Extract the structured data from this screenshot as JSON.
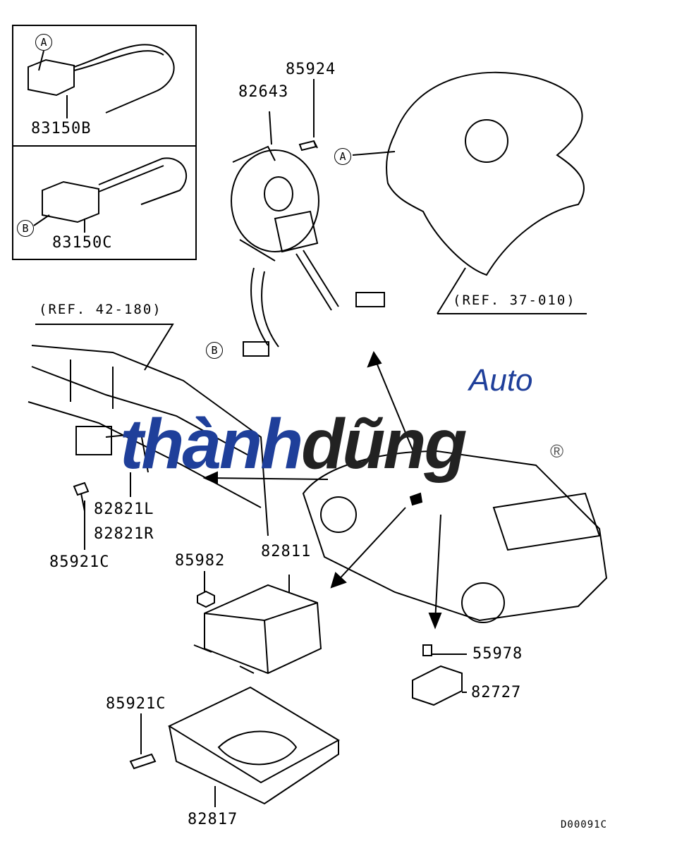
{
  "inset": {
    "top": {
      "callout": "A",
      "part": "83150B"
    },
    "bottom": {
      "callout": "B",
      "part": "83150C"
    }
  },
  "parts": {
    "screw_85924": "85924",
    "clock_spring": "82643",
    "airbag_callout": "A",
    "airbag_ref": "(REF. 37-010)",
    "frame_ref": "(REF. 42-180)",
    "clock_spring_callout": "B",
    "side_sensor_l": "82821L",
    "side_sensor_r": "82821R",
    "bolt_85921c_top": "85921C",
    "nut_85982": "85982",
    "srs_unit": "82811",
    "bolt_55978": "55978",
    "front_sensor": "82727",
    "bolt_85921c_bottom": "85921C",
    "bracket": "82817"
  },
  "diagram_code": "D00091C",
  "watermark": {
    "brand_top": "Auto",
    "brand_name": "thànhdũng",
    "registered": "®",
    "colors": {
      "primary": "#1f3f9a",
      "secondary": "#222222"
    }
  }
}
